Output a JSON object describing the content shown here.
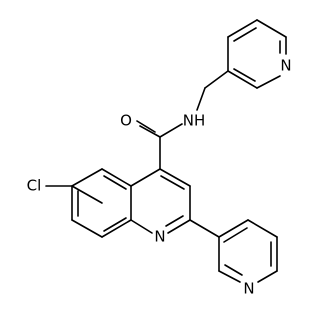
{
  "structure": {
    "atoms": {
      "cl": "Cl",
      "n_quinoline": "N",
      "n_pyridine_top": "N",
      "n_pyridine_bottom": "N",
      "nh": "NH",
      "o": "O"
    }
  }
}
